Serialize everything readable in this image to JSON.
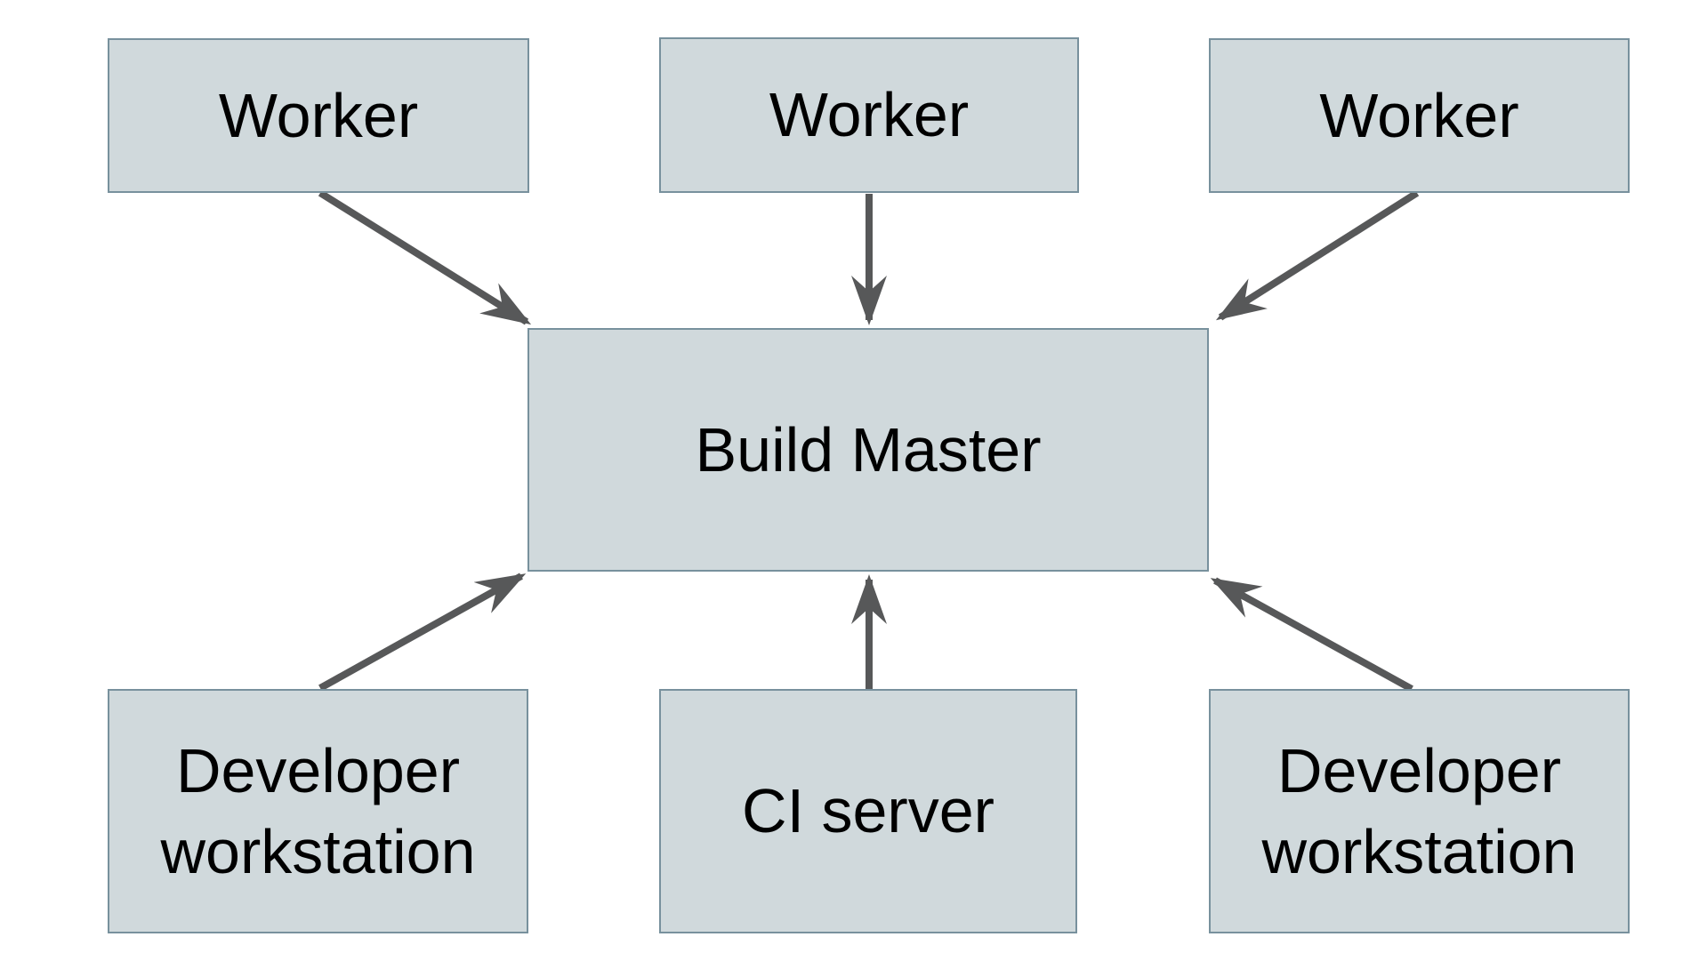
{
  "diagram": {
    "nodes": {
      "worker1": {
        "label": "Worker"
      },
      "worker2": {
        "label": "Worker"
      },
      "worker3": {
        "label": "Worker"
      },
      "build_master": {
        "label": "Build Master"
      },
      "dev_left": {
        "label": "Developer workstation"
      },
      "ci_server": {
        "label": "CI server"
      },
      "dev_right": {
        "label": "Developer workstation"
      }
    },
    "edges": [
      {
        "from": "worker1",
        "to": "build_master",
        "direction": "arrow-into-build-master"
      },
      {
        "from": "worker2",
        "to": "build_master",
        "direction": "arrow-into-build-master"
      },
      {
        "from": "worker3",
        "to": "build_master",
        "direction": "arrow-into-build-master"
      },
      {
        "from": "dev_left",
        "to": "build_master",
        "direction": "arrow-into-build-master"
      },
      {
        "from": "ci_server",
        "to": "build_master",
        "direction": "arrow-into-build-master"
      },
      {
        "from": "dev_right",
        "to": "build_master",
        "direction": "arrow-into-build-master"
      }
    ]
  },
  "colors": {
    "background": "#ffffff",
    "node_fill": "#d0d9dc",
    "node_border": "#78919d",
    "arrow": "#575859",
    "text": "#000000"
  }
}
